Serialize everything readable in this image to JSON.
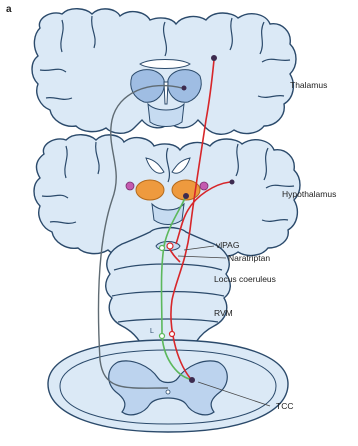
{
  "panel_label": "a",
  "labels": {
    "thalamus": "Thalamus",
    "hypothalamus": "Hypothalamus",
    "vlpag": "vlPAG",
    "naratriptan": "Naratriptan",
    "locus_coeruleus": "Locus coeruleus",
    "rvm": "RVM",
    "tcc": "TCC"
  },
  "colors": {
    "tissue_fill": "#dbe9f6",
    "tissue_outline": "#2b4a6b",
    "thalamus_nucleus": "#9fbde3",
    "hypothalamus_nucleus": "#ee9a3e",
    "hypothalamus_marker": "#c45bb0",
    "red_pathway": "#d7262a",
    "green_pathway": "#5cb85c",
    "gray_pathway": "#5f6b73",
    "neuron_soma": "#3d2b4f"
  }
}
